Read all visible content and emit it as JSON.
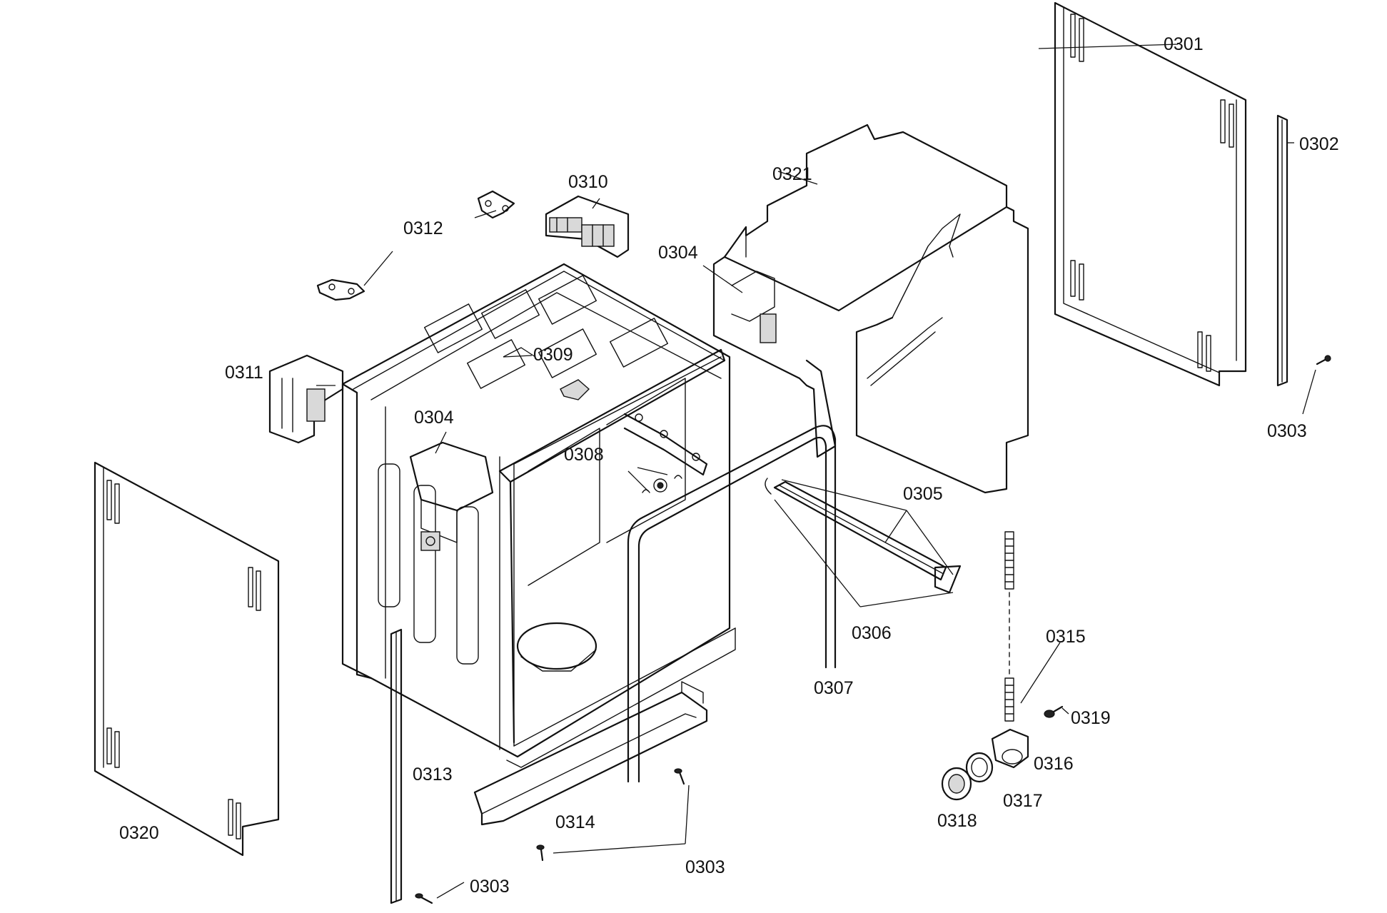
{
  "labels": {
    "l0301": "0301",
    "l0302": "0302",
    "l0303a": "0303",
    "l0303b": "0303",
    "l0303c": "0303",
    "l0304a": "0304",
    "l0304b": "0304",
    "l0305": "0305",
    "l0306": "0306",
    "l0307": "0307",
    "l0308": "0308",
    "l0309": "0309",
    "l0310": "0310",
    "l0311": "0311",
    "l0312": "0312",
    "l0313": "0313",
    "l0314": "0314",
    "l0315": "0315",
    "l0316": "0316",
    "l0317": "0317",
    "l0318": "0318",
    "l0319": "0319",
    "l0320": "0320",
    "l0321": "0321"
  }
}
